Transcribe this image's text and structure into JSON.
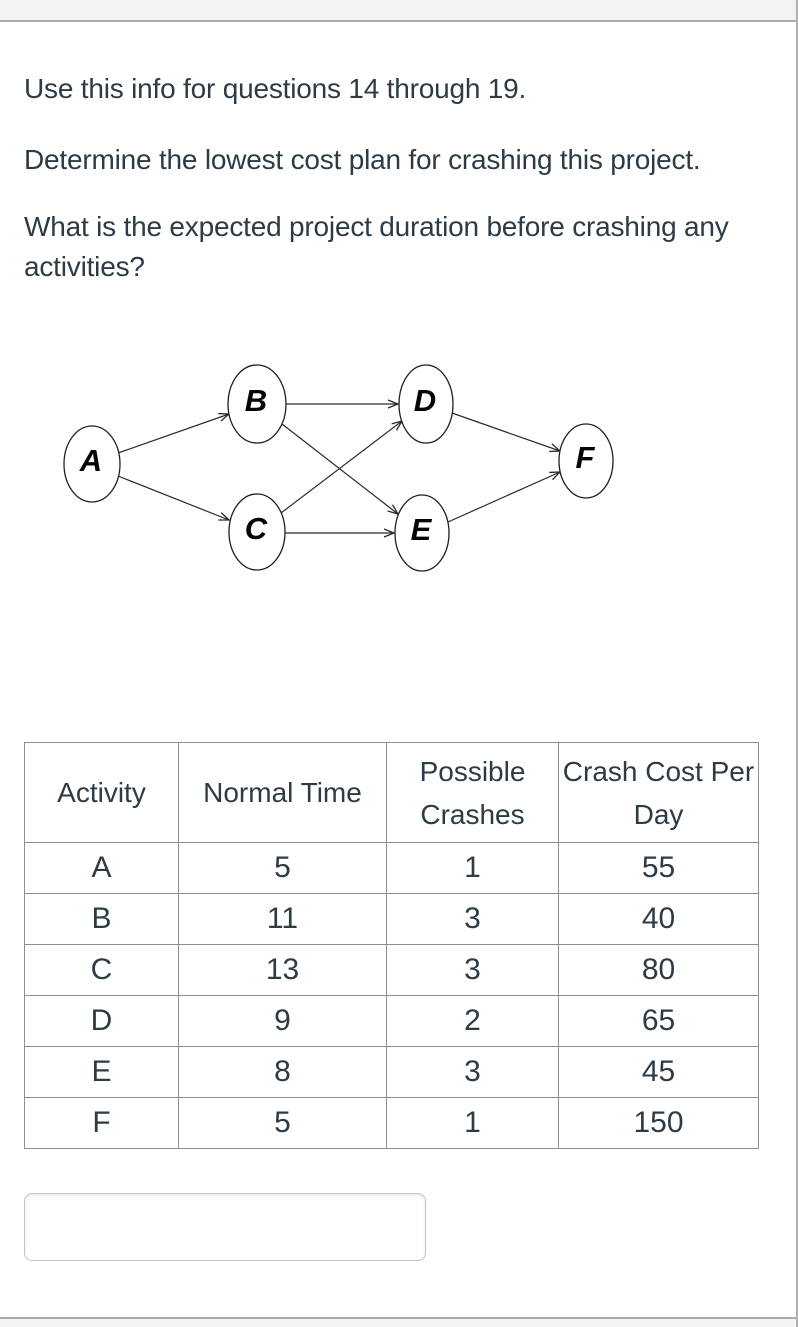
{
  "page": {
    "background": "#ffffff",
    "top_bar_color": "#f3f3f4",
    "divider_color": "#ababab",
    "text_color": "#2d3b45"
  },
  "question": {
    "paragraphs": [
      {
        "lines": [
          "Use this info for questions 14 through 19."
        ]
      },
      {
        "lines": [
          "Determine the lowest cost plan for crashing this project."
        ]
      },
      {
        "lines": [
          "What is the expected project duration before crashing any",
          "activities?"
        ]
      }
    ]
  },
  "diagram": {
    "type": "activity-network",
    "nodes": [
      {
        "id": "A",
        "label": "A"
      },
      {
        "id": "B",
        "label": "B"
      },
      {
        "id": "C",
        "label": "C"
      },
      {
        "id": "D",
        "label": "D"
      },
      {
        "id": "E",
        "label": "E"
      },
      {
        "id": "F",
        "label": "F"
      }
    ],
    "edges": [
      {
        "from": "A",
        "to": "B"
      },
      {
        "from": "A",
        "to": "C"
      },
      {
        "from": "B",
        "to": "D"
      },
      {
        "from": "B",
        "to": "E"
      },
      {
        "from": "C",
        "to": "D"
      },
      {
        "from": "C",
        "to": "E"
      },
      {
        "from": "D",
        "to": "F"
      },
      {
        "from": "E",
        "to": "F"
      }
    ]
  },
  "table": {
    "headers": [
      "Activity",
      "Normal Time",
      "Possible Crashes",
      "Crash Cost Per Day"
    ],
    "rows": [
      [
        "A",
        "5",
        "1",
        "55"
      ],
      [
        "B",
        "11",
        "3",
        "40"
      ],
      [
        "C",
        "13",
        "3",
        "80"
      ],
      [
        "D",
        "9",
        "2",
        "65"
      ],
      [
        "E",
        "8",
        "3",
        "45"
      ],
      [
        "F",
        "5",
        "1",
        "150"
      ]
    ]
  },
  "answer": {
    "value": "",
    "placeholder": ""
  }
}
